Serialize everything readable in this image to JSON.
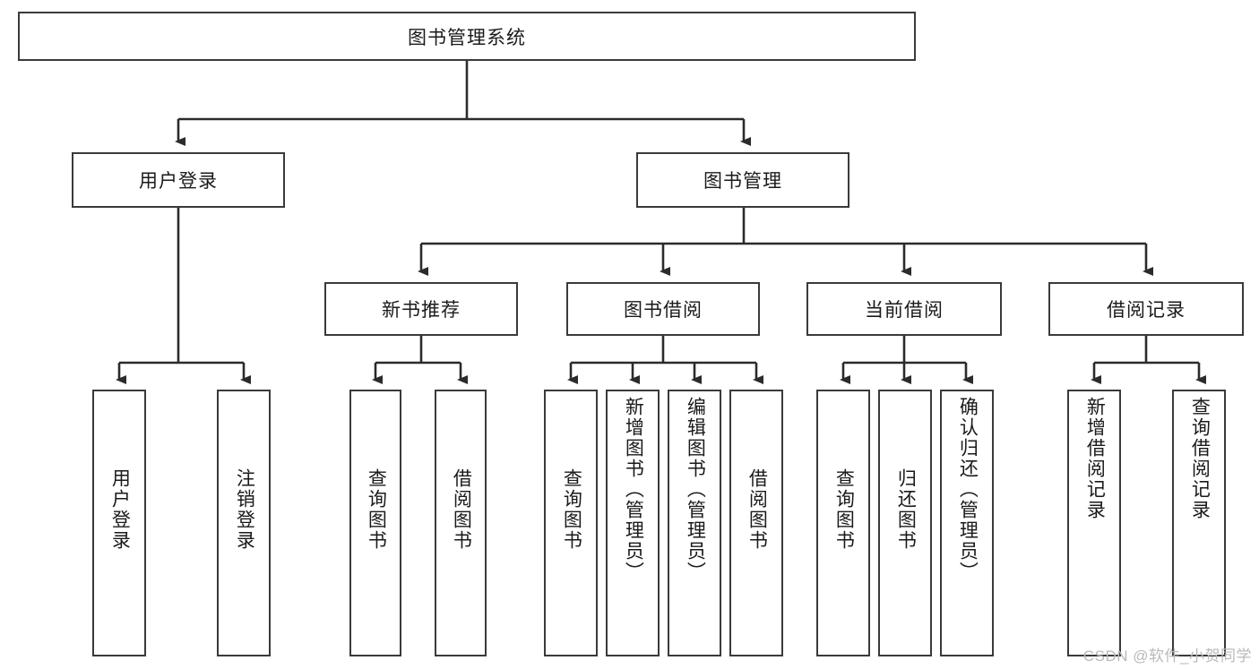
{
  "diagram": {
    "title": "图书管理系统",
    "style": {
      "box_border_color": "#3a3a3a",
      "box_fill_color": "#ffffff",
      "connector_color": "#2b2b2b",
      "background_color": "#ffffff",
      "text_color": "#1a1a1a"
    },
    "root": {
      "label": "图书管理系统"
    },
    "level2": [
      {
        "label": "用户登录"
      },
      {
        "label": "图书管理"
      }
    ],
    "level3": [
      {
        "label": "新书推荐"
      },
      {
        "label": "图书借阅"
      },
      {
        "label": "当前借阅"
      },
      {
        "label": "借阅记录"
      }
    ],
    "leaves": {
      "user_login": [
        {
          "label": "用户登录"
        },
        {
          "label": "注销登录"
        }
      ],
      "new_book_recommend": [
        {
          "label": "查询图书"
        },
        {
          "label": "借阅图书"
        }
      ],
      "book_borrow": [
        {
          "label": "查询图书"
        },
        {
          "label": "新增图书（管理员）"
        },
        {
          "label": "编辑图书（管理员）"
        },
        {
          "label": "借阅图书"
        }
      ],
      "current_borrow": [
        {
          "label": "查询图书"
        },
        {
          "label": "归还图书"
        },
        {
          "label": "确认归还（管理员）"
        }
      ],
      "borrow_record": [
        {
          "label": "新增借阅记录"
        },
        {
          "label": "查询借阅记录"
        }
      ]
    }
  },
  "watermark": {
    "text": "CSDN @软件_小贺同学"
  }
}
